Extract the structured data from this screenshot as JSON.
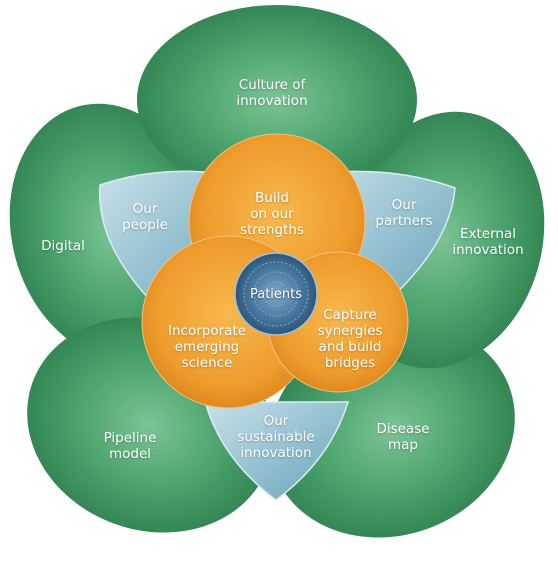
{
  "colors": {
    "outer_petal": "#3f9a63",
    "outer_petal_light": "#67b683",
    "inner_petal": "#8fc0cf",
    "orange_petal": "#f0a030",
    "center": "#3d6f9a"
  },
  "outer_petals": [
    {
      "label": "Culture of\ninnovation"
    },
    {
      "label": "External\ninnovation"
    },
    {
      "label": "Disease\nmap"
    },
    {
      "label": "Pipeline\nmodel"
    },
    {
      "label": "Digital"
    }
  ],
  "inner_petals": [
    {
      "label": "Our\npeople"
    },
    {
      "label": "Our\npartners"
    },
    {
      "label": "Our\nsustainable\ninnovation"
    }
  ],
  "orange_petals": [
    {
      "label": "Build\non our\nstrengths"
    },
    {
      "label": "Capture\nsynergies\nand build\nbridges"
    },
    {
      "label": "Incorporate\nemerging\nscience"
    }
  ],
  "center": {
    "label": "Patients"
  }
}
